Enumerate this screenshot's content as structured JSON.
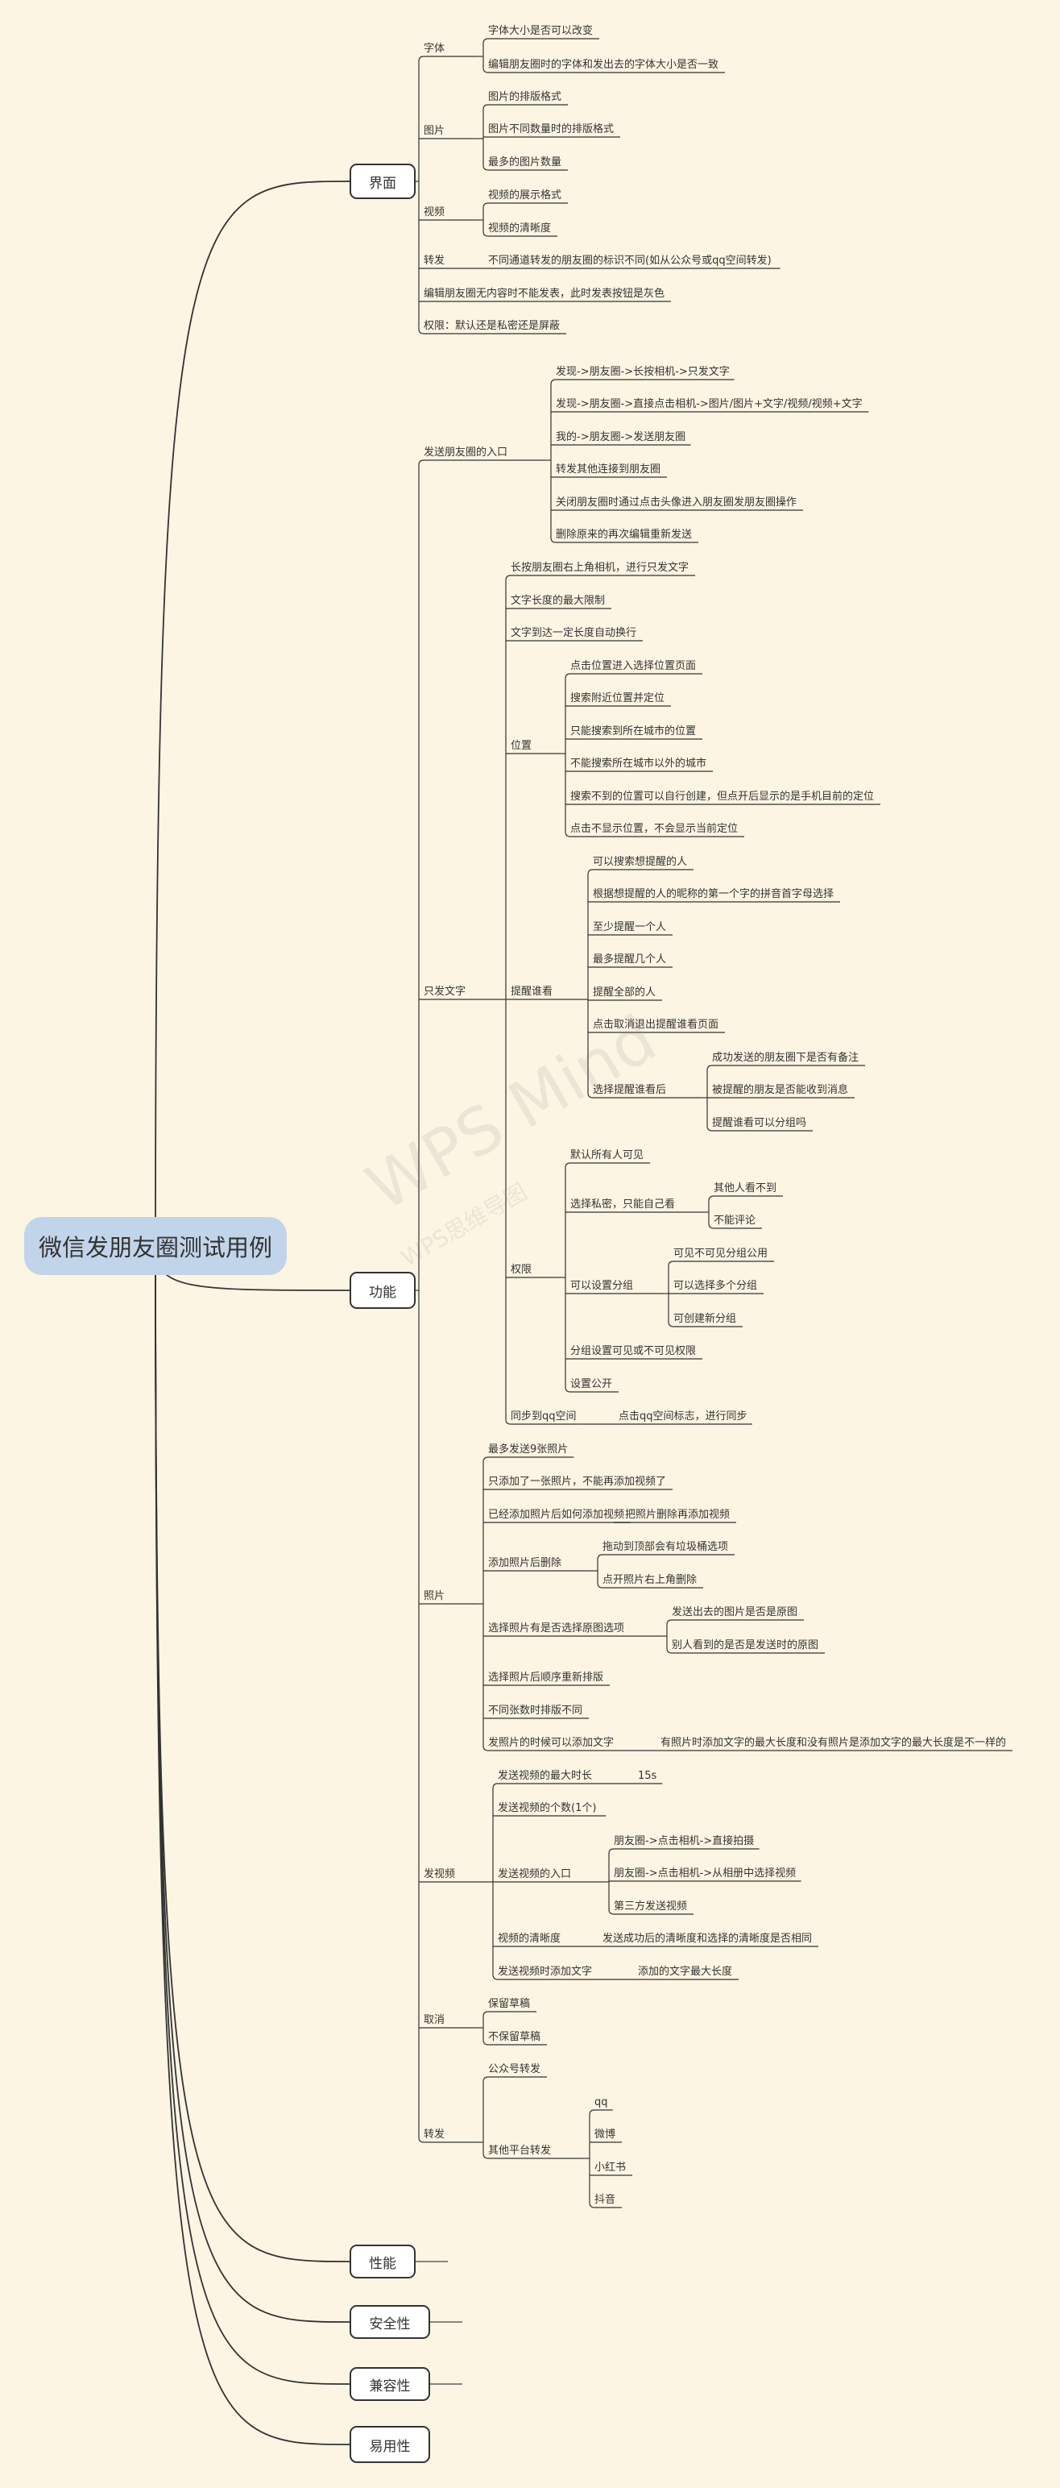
{
  "root": "微信发朋友圈测试用例",
  "watermark": {
    "main": "WPS Mind",
    "sub": "WPS思维导图"
  },
  "branches": {
    "jiemian": "界面",
    "gongneng": "功能",
    "xingneng": "性能",
    "anquan": "安全性",
    "jianrong": "兼容性",
    "yiyong": "易用性"
  },
  "nodes": {
    "font": "字体",
    "font_1": "字体大小是否可以改变",
    "font_2": "编辑朋友圈时的字体和发出去的字体大小是否一致",
    "pic": "图片",
    "pic_1": "图片的排版格式",
    "pic_2": "图片不同数量时的排版格式",
    "pic_3": "最多的图片数量",
    "video": "视频",
    "video_1": "视频的展示格式",
    "video_2": "视频的清晰度",
    "forward": "转发",
    "forward_1": "不同通道转发的朋友圈的标识不同(如从公众号或qq空间转发)",
    "edit_empty": "编辑朋友圈无内容时不能发表，此时发表按钮是灰色",
    "perm_default": "权限：默认还是私密还是屏蔽",
    "entry": "发送朋友圈的入口",
    "entry_1": "发现->朋友圈->长按相机->只发文字",
    "entry_2": "发现->朋友圈->直接点击相机->图片/图片+文字/视频/视频+文字",
    "entry_3": "我的->朋友圈->发送朋友圈",
    "entry_4": "转发其他连接到朋友圈",
    "entry_5": "关闭朋友圈时通过点击头像进入朋友圈发朋友圈操作",
    "entry_6": "删除原来的再次编辑重新发送",
    "text": "只发文字",
    "text_1": "长按朋友圈右上角相机，进行只发文字",
    "text_2": "文字长度的最大限制",
    "text_3": "文字到达一定长度自动换行",
    "loc": "位置",
    "loc_1": "点击位置进入选择位置页面",
    "loc_2": "搜索附近位置并定位",
    "loc_3": "只能搜索到所在城市的位置",
    "loc_4": "不能搜索所在城市以外的城市",
    "loc_5": "搜索不到的位置可以自行创建，但点开后显示的是手机目前的定位",
    "loc_6": "点击不显示位置，不会显示当前定位",
    "remind": "提醒谁看",
    "remind_1": "可以搜索想提醒的人",
    "remind_2": "根据想提醒的人的昵称的第一个字的拼音首字母选择",
    "remind_3": "至少提醒一个人",
    "remind_4": "最多提醒几个人",
    "remind_5": "提醒全部的人",
    "remind_6": "点击取消退出提醒谁看页面",
    "remind_after": "选择提醒谁看后",
    "remind_a1": "成功发送的朋友圈下是否有备注",
    "remind_a2": "被提醒的朋友是否能收到消息",
    "remind_a3": "提醒谁看可以分组吗",
    "perm": "权限",
    "perm_1": "默认所有人可见",
    "perm_priv": "选择私密，只能自己看",
    "perm_p1": "其他人看不到",
    "perm_p2": "不能评论",
    "perm_group": "可以设置分组",
    "perm_g1": "可见不可见分组公用",
    "perm_g2": "可以选择多个分组",
    "perm_g3": "可创建新分组",
    "perm_3": "分组设置可见或不可见权限",
    "perm_4": "设置公开",
    "qq": "同步到qq空间",
    "qq_1": "点击qq空间标志，进行同步",
    "photo": "照片",
    "photo_1": "最多发送9张照片",
    "photo_2": "只添加了一张照片，不能再添加视频了",
    "photo_3": "已经添加照片后如何添加视频",
    "photo_3a": "把照片删除再添加视频",
    "photo_del": "添加照片后删除",
    "photo_d1": "拖动到顶部会有垃圾桶选项",
    "photo_d2": "点开照片右上角删除",
    "photo_orig": "选择照片有是否选择原图选项",
    "photo_o1": "发送出去的图片是否是原图",
    "photo_o2": "别人看到的是否是发送时的原图",
    "photo_5": "选择照片后顺序重新排版",
    "photo_6": "不同张数时排版不同",
    "photo_7": "发照片的时候可以添加文字",
    "photo_7a": "有照片时添加文字的最大长度和没有照片是添加文字的最大长度是不一样的",
    "sendvideo": "发视频",
    "sv_1": "发送视频的最大时长",
    "sv_1a": "15s",
    "sv_2": "发送视频的个数(1个)",
    "sv_entry": "发送视频的入口",
    "sv_e1": "朋友圈->点击相机->直接拍摄",
    "sv_e2": "朋友圈->点击相机->从相册中选择视频",
    "sv_e3": "第三方发送视频",
    "sv_4": "视频的清晰度",
    "sv_4a": "发送成功后的清晰度和选择的清晰度是否相同",
    "sv_5": "发送视频时添加文字",
    "sv_5a": "添加的文字最大长度",
    "cancel": "取消",
    "cancel_1": "保留草稿",
    "cancel_2": "不保留草稿",
    "fwd": "转发",
    "fwd_1": "公众号转发",
    "fwd_other": "其他平台转发",
    "fwd_o1": "qq",
    "fwd_o2": "微博",
    "fwd_o3": "小红书",
    "fwd_o4": "抖音"
  }
}
